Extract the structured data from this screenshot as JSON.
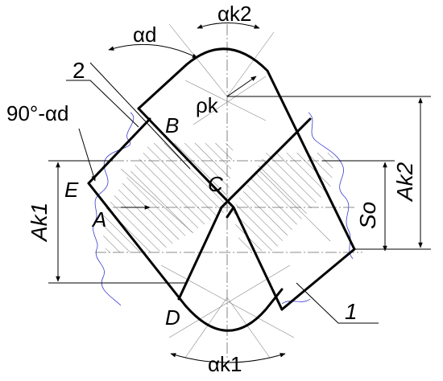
{
  "labels": {
    "alpha_k2": "αk2",
    "alpha_d": "αd",
    "label_2": "2",
    "rho_k": "ρk",
    "ninety_minus_alpha_d": "90°-αd",
    "B": "B",
    "E": "E",
    "C": "C",
    "A": "A",
    "A_k1": "Ak1",
    "A_k2": "Ak2",
    "S_o": "So",
    "D": "D",
    "label_1": "1",
    "alpha_k1": "αk1"
  },
  "colors": {
    "line": "#000000",
    "hatch": "#555555",
    "break_line": "#3a3ad0"
  }
}
